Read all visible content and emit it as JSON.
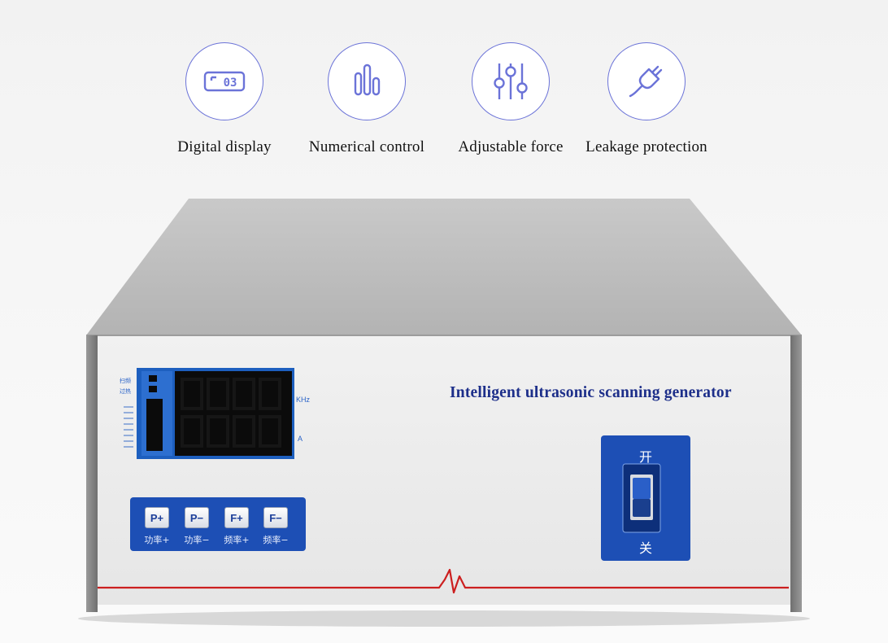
{
  "features": [
    {
      "icon": "digital-display-icon",
      "label": "Digital display",
      "icon_text": "03"
    },
    {
      "icon": "bar-chart-icon",
      "label": "Numerical control"
    },
    {
      "icon": "sliders-icon",
      "label": "Adjustable force"
    },
    {
      "icon": "plug-icon",
      "label": "Leakage protection"
    }
  ],
  "panel": {
    "title": "Intelligent ultrasonic scanning generator",
    "lcd": {
      "unit_top": "KHz",
      "unit_bottom": "A",
      "side_labels": [
        "扫频",
        "过热"
      ]
    },
    "keys": [
      {
        "label": "P+",
        "caption": "功率+"
      },
      {
        "label": "P−",
        "caption": "功率−"
      },
      {
        "label": "F+",
        "caption": "频率+"
      },
      {
        "label": "F−",
        "caption": "频率−"
      }
    ],
    "power_switch": {
      "on_label": "开",
      "off_label": "关"
    }
  },
  "colors": {
    "icon_stroke": "#6b73d8",
    "brand_blue": "#1d4fb5",
    "accent_red": "#cc1f1f",
    "lcd_bg": "#0b0b0b"
  }
}
